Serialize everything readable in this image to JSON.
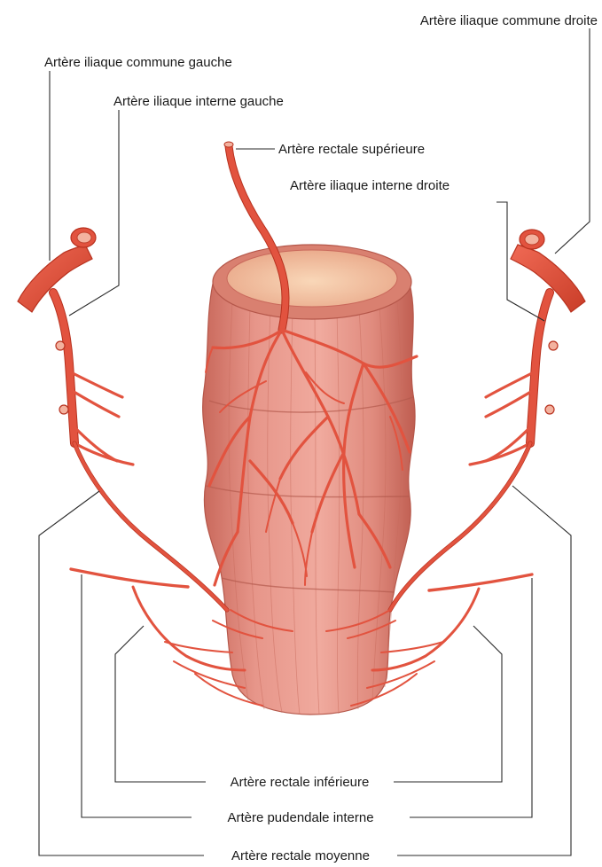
{
  "labels": {
    "common_iliac_right": "Artère iliaque commune droite",
    "common_iliac_left": "Artère iliaque commune gauche",
    "internal_iliac_left": "Artère iliaque interne gauche",
    "superior_rectal": "Artère rectale supérieure",
    "internal_iliac_right": "Artère iliaque interne droite",
    "inferior_rectal": "Artère rectale inférieure",
    "internal_pudendal": "Artère pudendale interne",
    "middle_rectal": "Artère rectale moyenne"
  },
  "colors": {
    "artery": "#e2533f",
    "artery_dark": "#b8321f",
    "rectum": "#e7968a",
    "rectum_shadow": "#c9685b",
    "lumen": "#f6c8a6",
    "leader_line": "#2a2a2a"
  }
}
